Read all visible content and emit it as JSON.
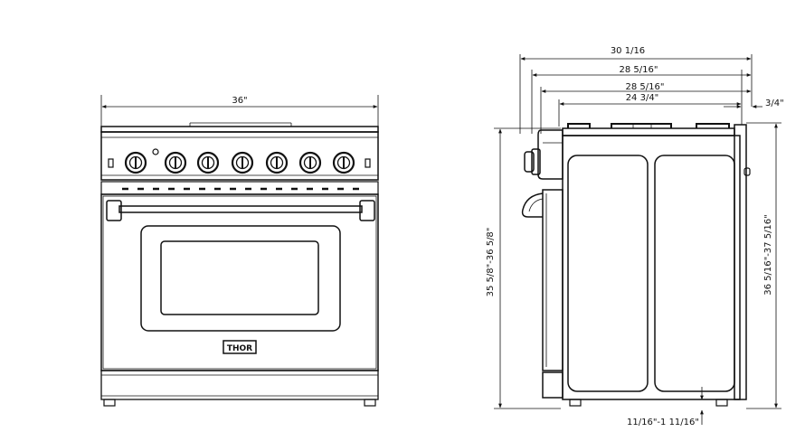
{
  "front_view": {
    "width_label": "36\"",
    "logo_text": "THOR"
  },
  "side_view": {
    "depth_overall_label": "30 1/16",
    "depth_1_label": "28 5/16\"",
    "depth_2_label": "28 5/16\"",
    "depth_3_label": "24 3/4\"",
    "offset_label": "3/4\"",
    "height_left_label": "35 5/8\"-36 5/8\"",
    "height_right_label": "36 5/16\"-37 5/16\"",
    "leg_label": "11/16\"-1 11/16\""
  }
}
